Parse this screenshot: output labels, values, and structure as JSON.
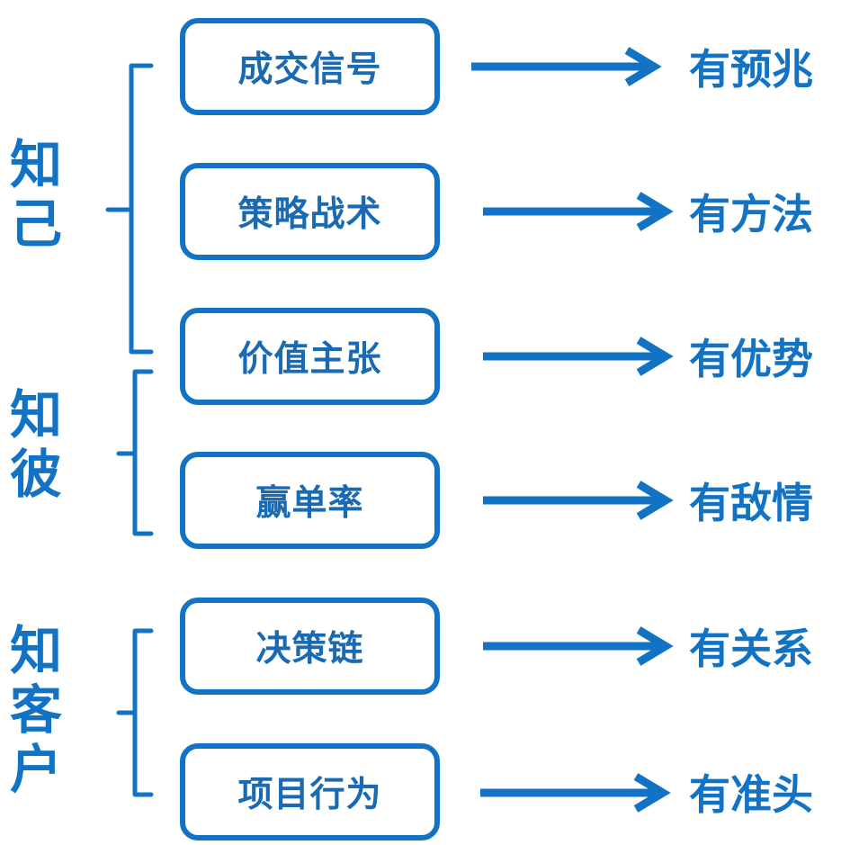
{
  "colors": {
    "primary": "#1273c5",
    "box_text": "#1a6ab3",
    "background": "#ffffff"
  },
  "groups": [
    {
      "label": "知己"
    },
    {
      "label": "知彼"
    },
    {
      "label": "知客户"
    }
  ],
  "rows": [
    {
      "box": "成交信号",
      "result": "有预兆"
    },
    {
      "box": "策略战术",
      "result": "有方法"
    },
    {
      "box": "价值主张",
      "result": "有优势"
    },
    {
      "box": "赢单率",
      "result": "有敌情"
    },
    {
      "box": "决策链",
      "result": "有关系"
    },
    {
      "box": "项目行为",
      "result": "有准头"
    }
  ]
}
